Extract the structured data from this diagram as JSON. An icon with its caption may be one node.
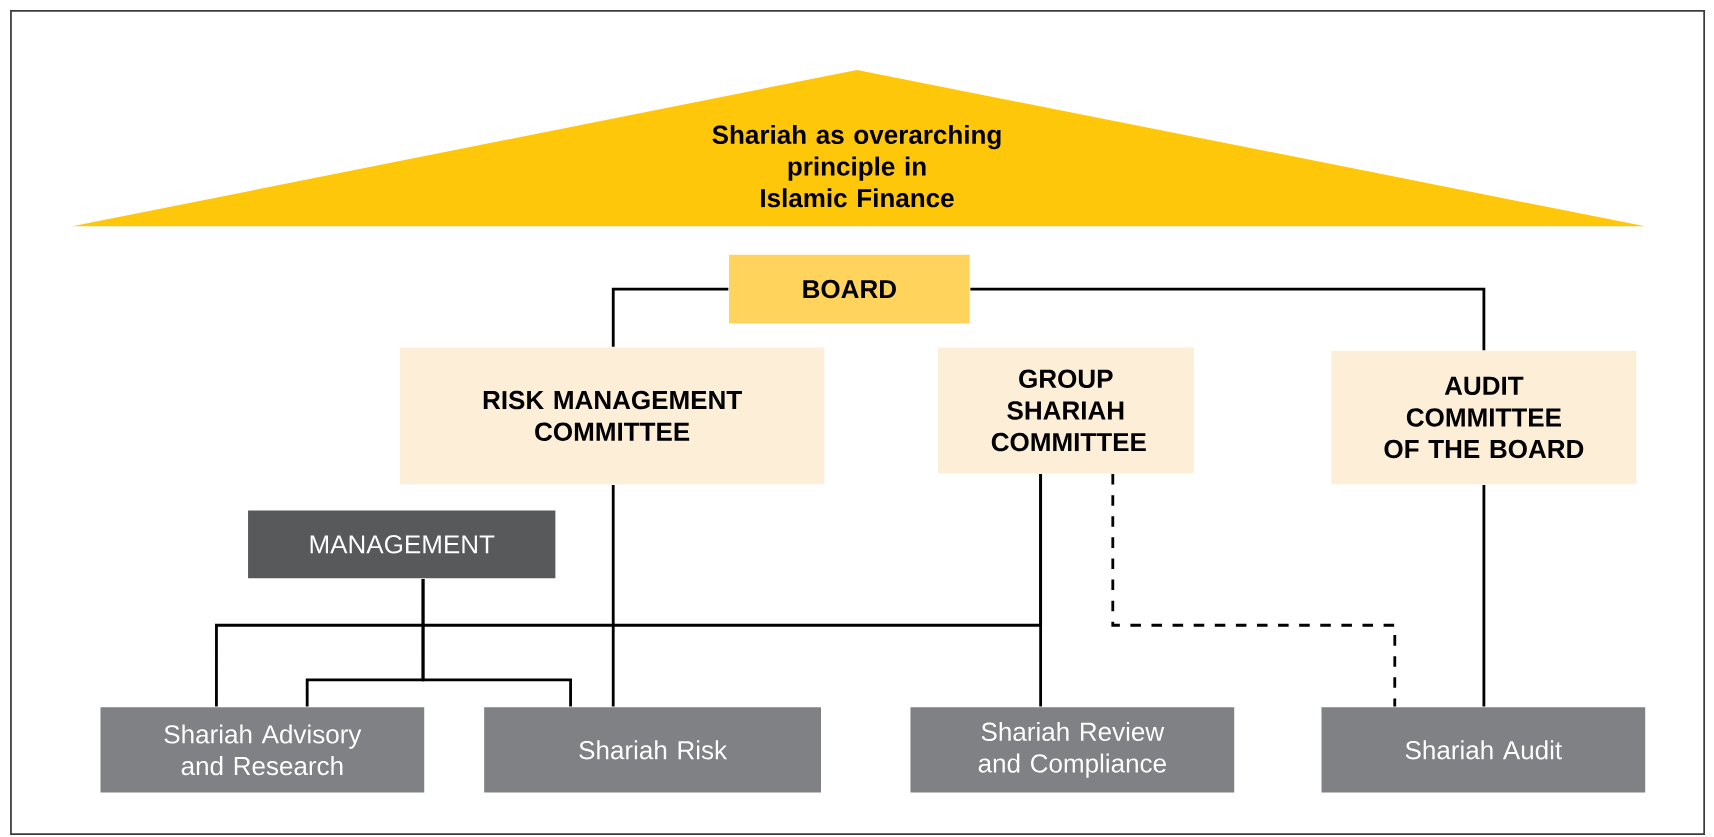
{
  "diagram": {
    "nodes": [
      {
        "text": [
          "Shariah as overarching principle in Islamic Finance"
        ]
      },
      {
        "text": [
          "BOARD"
        ]
      },
      {
        "text": [
          "RISK MANAGEMENT COMMITTEE"
        ]
      },
      {
        "text": [
          "GROUP SHARIAH COMMITTEE"
        ]
      },
      {
        "text": [
          "AUDIT COMMITTEE OF THE BOARD"
        ]
      },
      {
        "text": [
          "MANAGEMENT"
        ]
      },
      {
        "text": [
          "Shariah Advisory and Research"
        ]
      },
      {
        "text": [
          "Shariah Risk"
        ]
      },
      {
        "text": [
          "Shariah Review and Compliance"
        ]
      },
      {
        "text": [
          "Shariah Audit"
        ]
      }
    ],
    "edges": [
      {
        "from": 1,
        "to": 2,
        "arrow": "none"
      },
      {
        "from": 1,
        "to": 4,
        "arrow": "none"
      },
      {
        "from": 2,
        "to": 7,
        "arrow": "none"
      },
      {
        "from": 3,
        "to": 8,
        "arrow": "none"
      },
      {
        "from": 3,
        "to": 6,
        "arrow": "none"
      },
      {
        "from": 5,
        "to": 6,
        "arrow": "none"
      },
      {
        "from": 5,
        "to": 7,
        "arrow": "none"
      },
      {
        "from": 3,
        "to": 9,
        "arrow": "none",
        "style": "dashed"
      },
      {
        "from": 4,
        "to": 9,
        "arrow": "none"
      }
    ]
  }
}
